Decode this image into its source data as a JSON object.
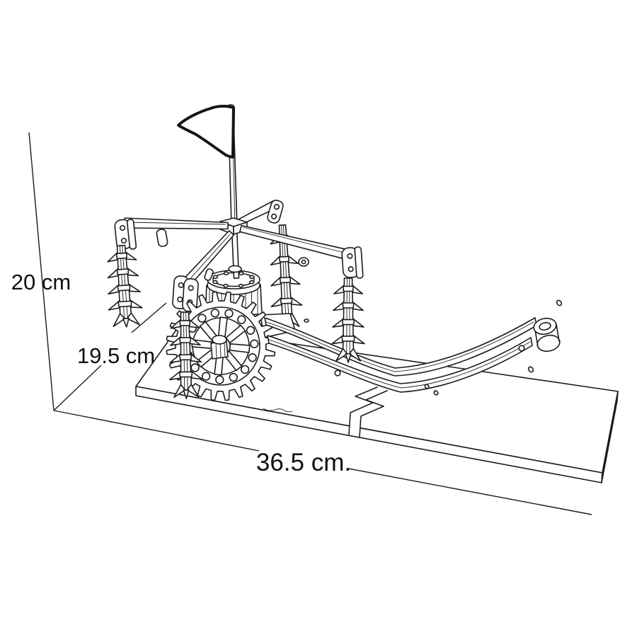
{
  "figure": {
    "background_color": "#ffffff",
    "line_color": "#1c1c1c",
    "subject": "mechanical flail machine scale model on wooden base board",
    "icons": [
      "flag-pennant",
      "mast",
      "rotor-arms",
      "spiked-flails",
      "gear-wheel",
      "drum",
      "curved-runners",
      "tow-pegs",
      "base-board"
    ]
  },
  "dimensions": {
    "height": {
      "label": "20 cm"
    },
    "depth": {
      "label": "19.5 cm"
    },
    "width": {
      "label": "36.5 cm."
    }
  }
}
